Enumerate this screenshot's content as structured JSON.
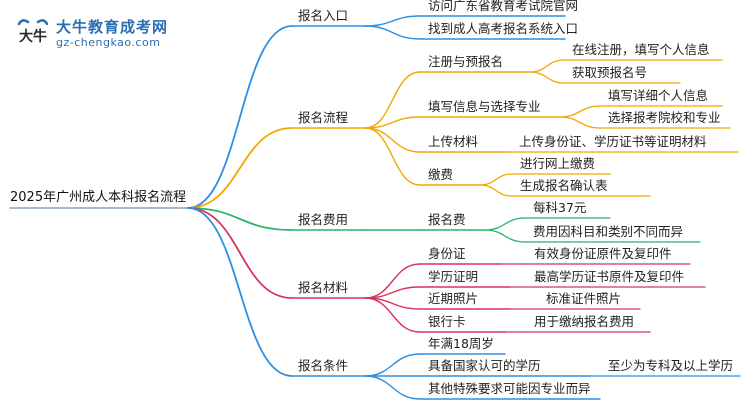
{
  "logo": {
    "mark_text": "大牛",
    "title": "大牛教育成考网",
    "url": "gz-chengkao.com"
  },
  "root": "2025年广州成人本科报名流程",
  "colors": {
    "branch1": "#2f8fe0",
    "branch2": "#f2a800",
    "branch3": "#27b46a",
    "branch4": "#d8335b",
    "branch5": "#2f8fe0",
    "root": "#8aa0b8"
  },
  "branches": [
    {
      "label": "报名入口",
      "children": [
        {
          "label": "访问广东省教育考试院官网"
        },
        {
          "label": "找到成人高考报名系统入口"
        }
      ]
    },
    {
      "label": "报名流程",
      "children": [
        {
          "label": "注册与预报名",
          "children": [
            {
              "label": "在线注册，填写个人信息"
            },
            {
              "label": "获取预报名号"
            }
          ]
        },
        {
          "label": "填写信息与选择专业",
          "children": [
            {
              "label": "填写详细个人信息"
            },
            {
              "label": "选择报考院校和专业"
            }
          ]
        },
        {
          "label": "上传材料",
          "children": [
            {
              "label": "上传身份证、学历证书等证明材料"
            }
          ]
        },
        {
          "label": "缴费",
          "children": [
            {
              "label": "进行网上缴费"
            },
            {
              "label": "生成报名确认表"
            }
          ]
        }
      ]
    },
    {
      "label": "报名费用",
      "children": [
        {
          "label": "报名费",
          "children": [
            {
              "label": "每科37元"
            },
            {
              "label": "费用因科目和类别不同而异"
            }
          ]
        }
      ]
    },
    {
      "label": "报名材料",
      "children": [
        {
          "label": "身份证",
          "children": [
            {
              "label": "有效身份证原件及复印件"
            }
          ]
        },
        {
          "label": "学历证明",
          "children": [
            {
              "label": "最高学历证书原件及复印件"
            }
          ]
        },
        {
          "label": "近期照片",
          "children": [
            {
              "label": "标准证件照片"
            }
          ]
        },
        {
          "label": "银行卡",
          "children": [
            {
              "label": "用于缴纳报名费用"
            }
          ]
        }
      ]
    },
    {
      "label": "报名条件",
      "children": [
        {
          "label": "年满18周岁"
        },
        {
          "label": "具备国家认可的学历",
          "children": [
            {
              "label": "至少为专科及以上学历"
            }
          ]
        },
        {
          "label": "其他特殊要求可能因专业而异"
        }
      ]
    }
  ]
}
